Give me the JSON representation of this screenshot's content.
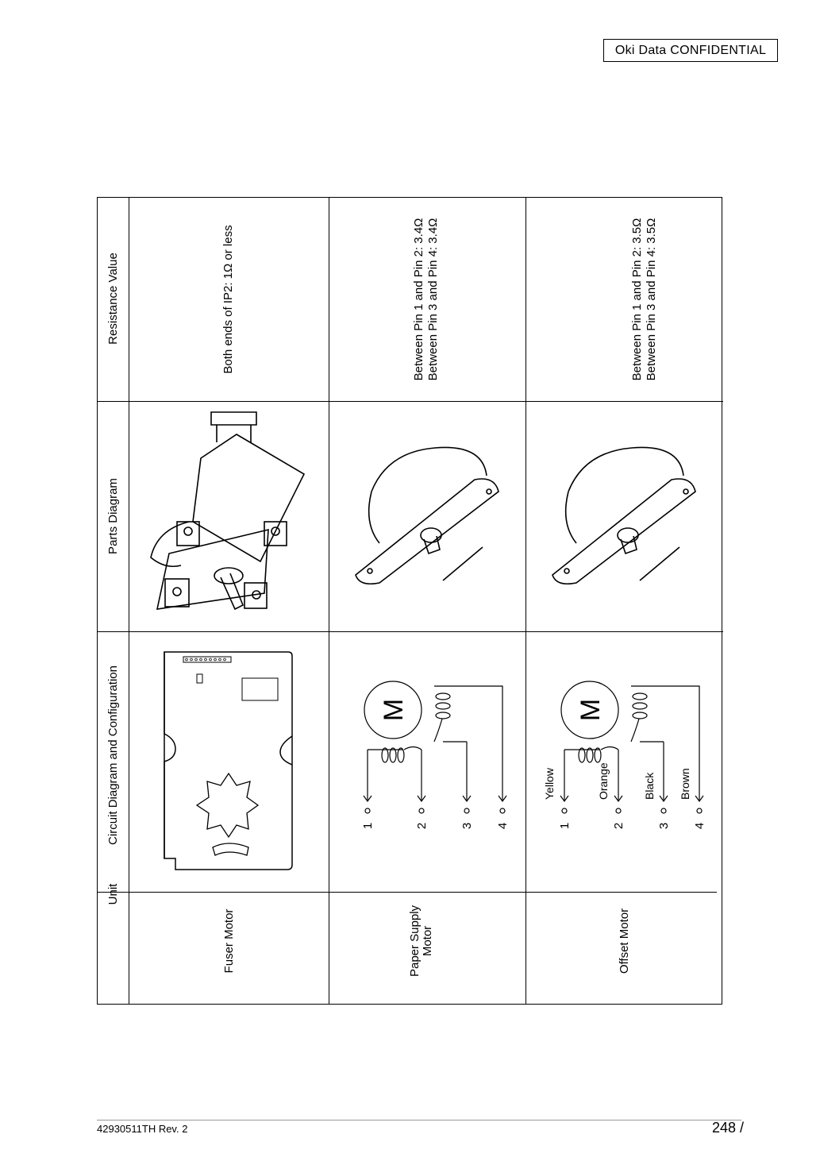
{
  "header": {
    "confidential": "Oki  Data  CONFIDENTIAL"
  },
  "table": {
    "columns": {
      "unit": "Unit",
      "circuit": "Circuit Diagram and Configuration",
      "parts": "Parts Diagram",
      "resistance": "Resistance Value"
    },
    "rows": [
      {
        "unit": "Fuser Motor",
        "resistance": "Both ends of IP2: 1Ω or less"
      },
      {
        "unit": "Paper Supply\nMotor",
        "resistance": "Between Pin 1 and Pin 2: 3.4Ω\nBetween Pin 3 and Pin 4: 3.4Ω",
        "pins": [
          "1",
          "2",
          "3",
          "4"
        ],
        "motor_symbol": "M"
      },
      {
        "unit": "Offset Motor",
        "resistance": "Between Pin 1 and Pin 2: 3.5Ω\nBetween Pin 3 and Pin 4: 3.5Ω",
        "pins": [
          "1",
          "2",
          "3",
          "4"
        ],
        "wires": [
          "Yellow",
          "Orange",
          "Black",
          "Brown"
        ],
        "motor_symbol": "M"
      }
    ]
  },
  "footer": {
    "doc_id": "42930511TH  Rev. 2",
    "page": "248 /"
  }
}
